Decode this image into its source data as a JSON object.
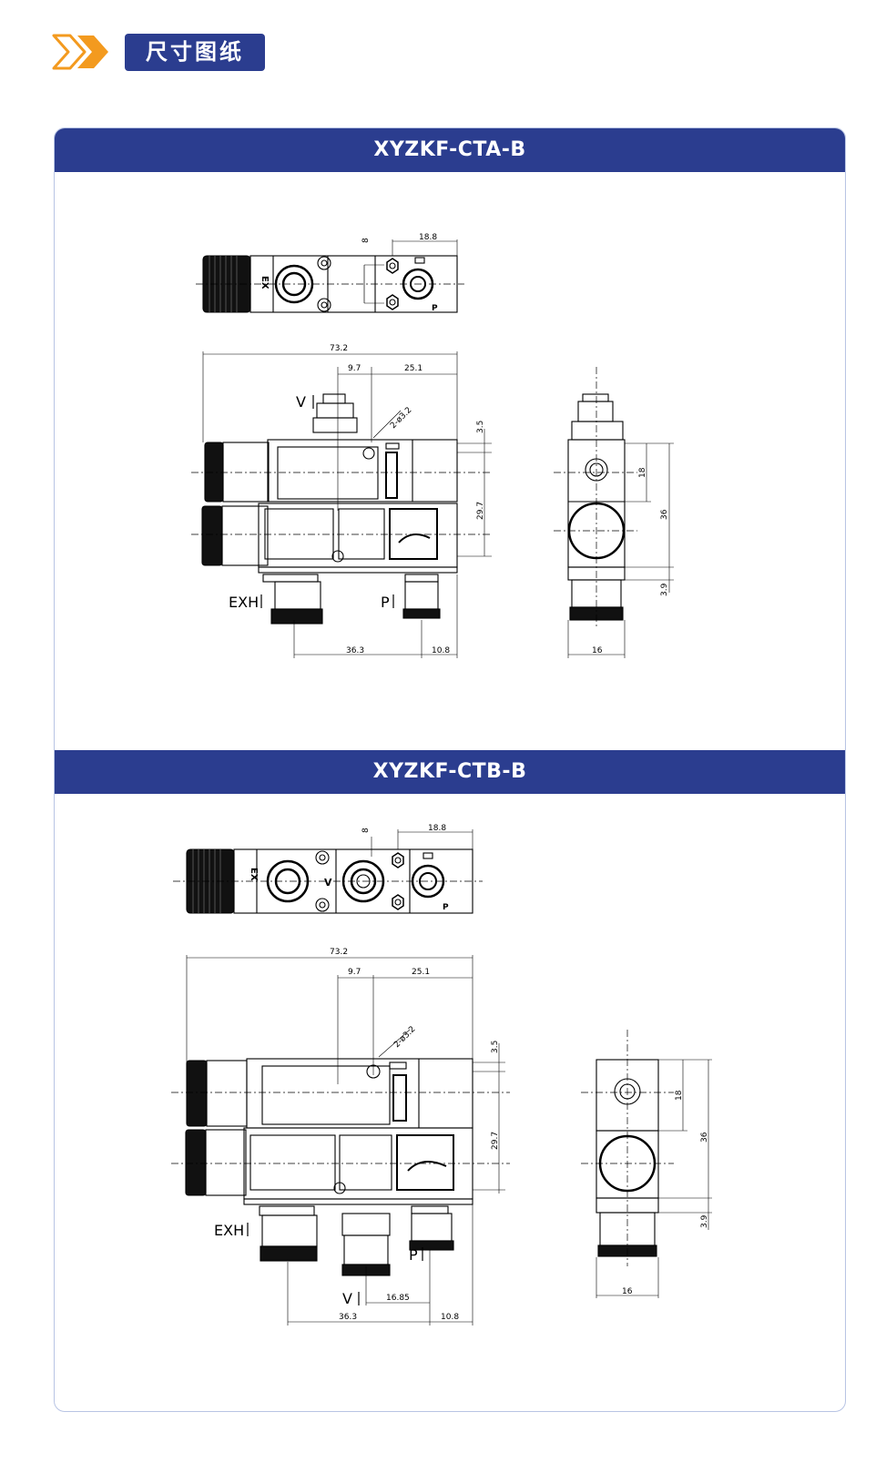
{
  "header": {
    "title": "尺寸图纸"
  },
  "sections": [
    {
      "title": "XYZKF-CTA-B",
      "top_view_labels": {
        "ex": "EX",
        "p": "P"
      },
      "dims": {
        "top_8": "8",
        "top_18_8": "18.8",
        "overall": "73.2",
        "d9_7": "9.7",
        "d25_1": "25.1",
        "hole": "2-ø3.2",
        "d3_5": "3.5",
        "d29_7": "29.7",
        "d36_3": "36.3",
        "d10_8": "10.8",
        "side_18": "18",
        "side_36": "36",
        "side_3_9": "3.9",
        "side_16": "16"
      },
      "port_labels": {
        "v": "V",
        "exh": "EXH",
        "p": "P"
      }
    },
    {
      "title": "XYZKF-CTB-B",
      "top_view_labels": {
        "ex": "EX",
        "v": "V",
        "p": "P"
      },
      "dims": {
        "top_8": "8",
        "top_18_8": "18.8",
        "overall": "73.2",
        "d9_7": "9.7",
        "d25_1": "25.1",
        "hole": "2-ø3.2",
        "d3_5": "3.5",
        "d29_7": "29.7",
        "d16_85": "16.85",
        "d36_3": "36.3",
        "d10_8": "10.8",
        "side_18": "18",
        "side_36": "36",
        "side_3_9": "3.9",
        "side_16": "16"
      },
      "port_labels": {
        "v": "V",
        "exh": "EXH",
        "p": "P"
      }
    }
  ],
  "colors": {
    "brand_blue": "#2b3d8f",
    "accent_orange": "#f39a1f",
    "card_border": "#b8c4e4"
  }
}
